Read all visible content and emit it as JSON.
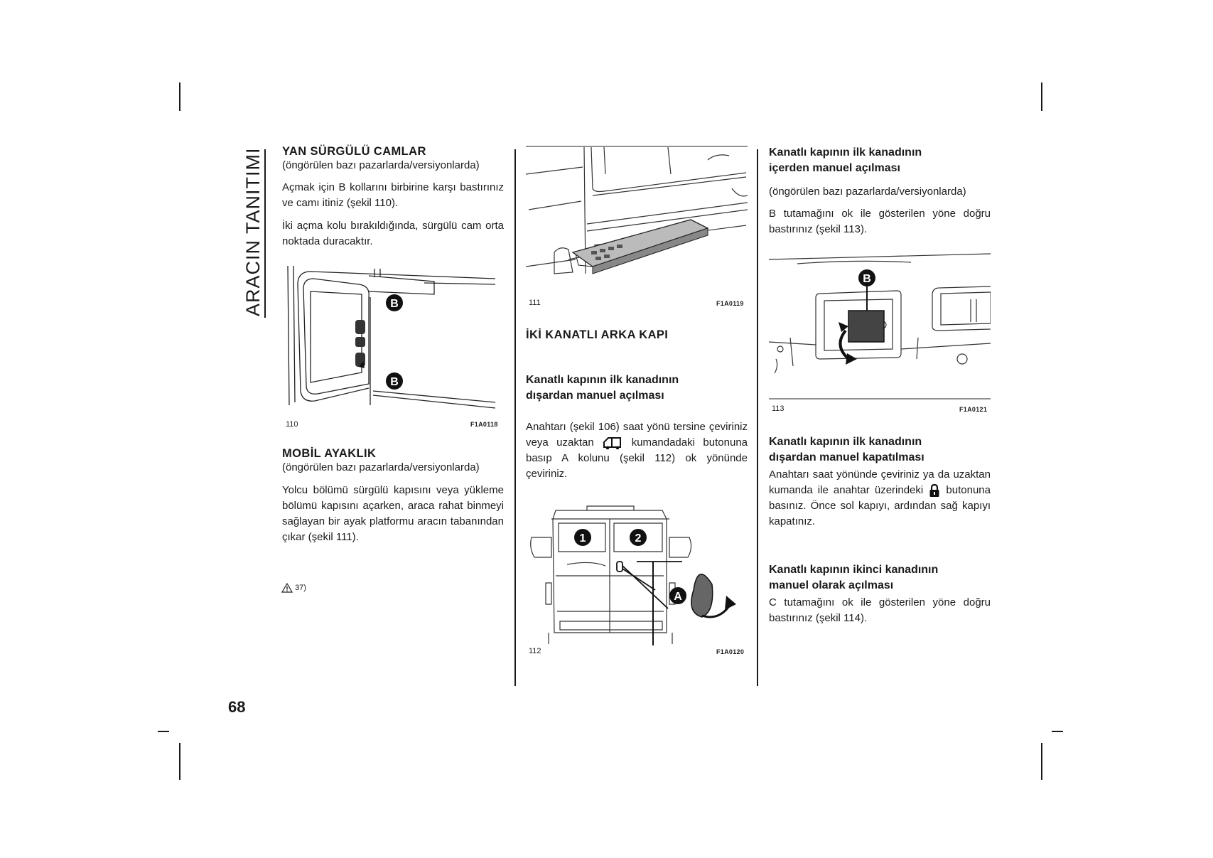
{
  "side_tab": "ARACIN TANITIMI",
  "page_number": "68",
  "col1": {
    "sec1_title": "YAN SÜRGÜLÜ CAMLAR",
    "sec1_note": "(öngörülen bazı pazarlarda/versiyonlarda)",
    "sec1_p1": "Açmak için B kollarını birbirine karşı bastırınız ve camı itiniz (şekil 110).",
    "sec1_p2": "İki açma kolu bırakıldığında, sürgülü cam orta noktada duracaktır.",
    "fig110": {
      "number": "110",
      "code": "F1A0118",
      "callout_top": "B",
      "callout_bottom": "B"
    },
    "sec2_title": "MOBİL AYAKLIK",
    "sec2_note": "(öngörülen bazı pazarlarda/versiyonlarda)",
    "sec2_p1": "Yolcu bölümü sürgülü kapısını veya yükleme bölümü kapısını açarken, araca rahat binmeyi sağlayan bir ayak platformu aracın tabanından çıkar (şekil 111).",
    "warning_ref": "37)"
  },
  "col2": {
    "fig111": {
      "number": "111",
      "code": "F1A0119"
    },
    "sec_title": "İKİ KANATLI ARKA KAPI",
    "sub1_title_l1": "Kanatlı kapının ilk kanadının",
    "sub1_title_l2": "dışardan manuel açılması",
    "sub1_p_a": "Anahtarı (şekil 106) saat yönü tersine çeviriniz veya uzaktan",
    "sub1_p_b": "kumandadaki butonuna basıp A kolunu (şekil 112) ok yönünde çeviriniz.",
    "fig112": {
      "number": "112",
      "code": "F1A0120",
      "callout_1": "1",
      "callout_2": "2",
      "callout_a": "A"
    }
  },
  "col3": {
    "sub1_title_l1": "Kanatlı kapının ilk kanadının",
    "sub1_title_l2": "içerden manuel açılması",
    "sub1_note": "(öngörülen bazı pazarlarda/versiyonlarda)",
    "sub1_p": "B tutamağını ok ile gösterilen yöne doğru bastırınız (şekil 113).",
    "fig113": {
      "number": "113",
      "code": "F1A0121",
      "callout_b": "B"
    },
    "sub2_title_l1": "Kanatlı kapının ilk kanadının",
    "sub2_title_l2": "dışardan manuel kapatılması",
    "sub2_p_a": "Anahtarı saat yönünde çeviriniz ya da uzaktan kumanda ile anahtar üzerindeki",
    "sub2_p_b": "butonuna basınız. Önce sol kapıyı, ardından sağ kapıyı kapatınız.",
    "sub3_title_l1": "Kanatlı kapının ikinci kanadının",
    "sub3_title_l2": "manuel olarak açılması",
    "sub3_p": "C tutamağını ok ile gösterilen yöne doğru bastırınız (şekil 114)."
  },
  "icons": [
    "warning-triangle-icon",
    "van-remote-icon",
    "padlock-icon"
  ]
}
